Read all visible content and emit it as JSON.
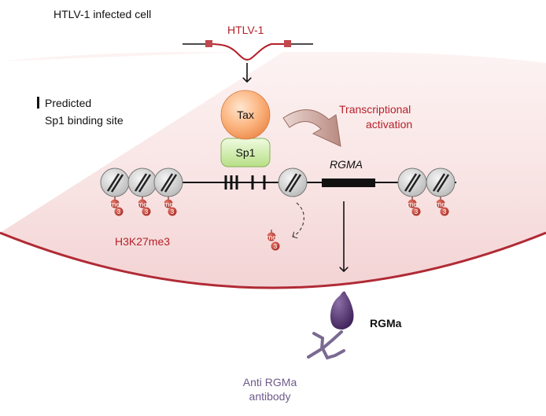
{
  "title": "HTLV-1 infected cell",
  "virus_label": "HTLV-1",
  "legend": {
    "line1": "Predicted",
    "line2": "Sp1 binding site"
  },
  "tax_label": "Tax",
  "sp1_label": "Sp1",
  "activation": {
    "line1": "Transcriptional",
    "line2": "activation"
  },
  "gene_label": "RGMA",
  "methyl_me": "me",
  "methyl_3": "3",
  "histone_mark": "H3K27me3",
  "protein_label": "RGMa",
  "antibody": {
    "line1": "Anti RGMa",
    "line2": "antibody"
  },
  "colors": {
    "virus_red": "#b5212a",
    "membrane": "#b02a35",
    "tax_orange": "#f7a46a",
    "sp1_green": "#c8eaa0",
    "rgma_purple": "#4a2a66",
    "antibody_purple": "#7a6a92"
  }
}
